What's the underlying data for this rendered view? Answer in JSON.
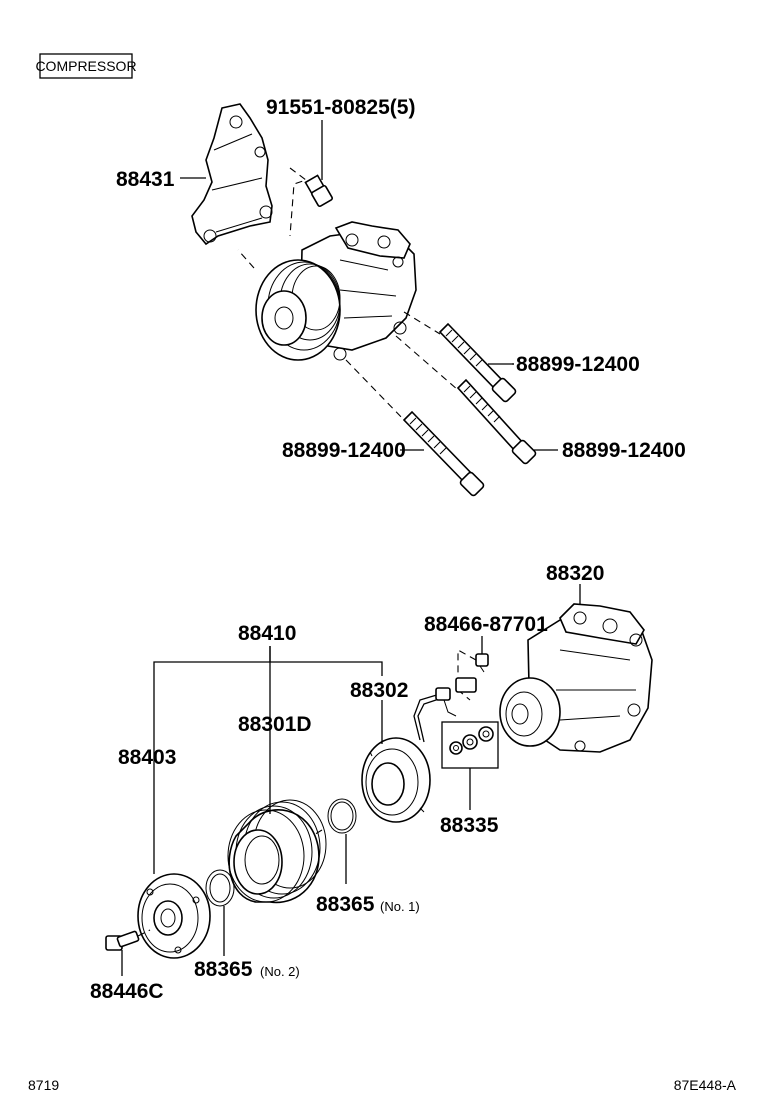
{
  "section_tag": "COMPRESSOR",
  "parts": {
    "p91551": "91551-80825(5)",
    "p88431": "88431",
    "p88899_a": "88899-12400",
    "p88899_b": "88899-12400",
    "p88899_c": "88899-12400",
    "p88320": "88320",
    "p88410": "88410",
    "p88466": "88466-87701",
    "p88302": "88302",
    "p88301D": "88301D",
    "p88403": "88403",
    "p88335": "88335",
    "p88365_1": "88365",
    "p88365_1_note": "(No. 1)",
    "p88365_2": "88365",
    "p88365_2_note": "(No. 2)",
    "p88446C": "88446C"
  },
  "footer": {
    "left": "8719",
    "right": "87E448-A"
  }
}
